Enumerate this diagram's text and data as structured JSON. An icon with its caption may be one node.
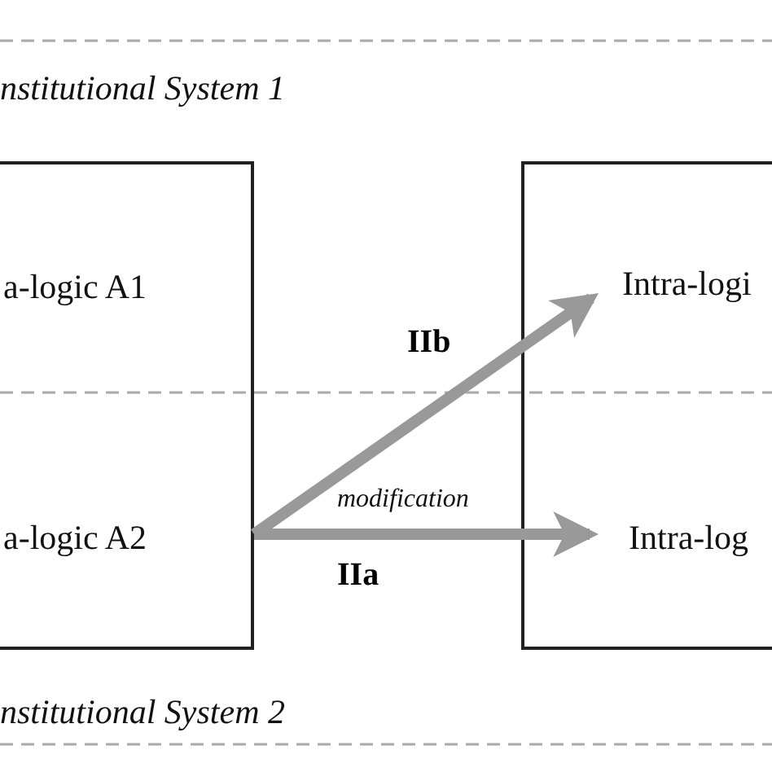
{
  "diagram": {
    "nodes": [
      {
        "text": [
          "a-logic A1",
          "a-logic A2"
        ]
      },
      {
        "text": [],
        "shape": "box"
      },
      {
        "text": [
          "Intra-logi"
        ],
        "in": 1
      },
      {
        "text": [
          "Intra-log"
        ],
        "in": 1
      }
    ],
    "edges": [
      {
        "from": 0,
        "to": 2,
        "arrow": "to",
        "label": "IIb"
      },
      {
        "from": 0,
        "to": 3,
        "arrow": "to",
        "label": "IIa"
      }
    ],
    "labels": [
      "nstitutional System 1",
      "modification",
      "nstitutional System 2"
    ]
  }
}
